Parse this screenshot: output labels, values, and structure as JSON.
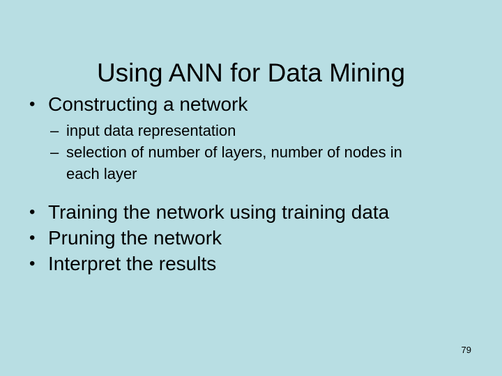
{
  "slide": {
    "title": "Using ANN for Data Mining",
    "background_color": "#b8dee3",
    "text_color": "#000000",
    "page_number": "79",
    "bullet_marker": "•",
    "sub_bullet_marker": "–",
    "bullets": [
      {
        "text": "Constructing a network",
        "sub_bullets": [
          {
            "text": "input data representation"
          },
          {
            "text": "selection of number of layers, number of nodes in each layer"
          }
        ]
      },
      {
        "text": "Training the network using training data",
        "sub_bullets": []
      },
      {
        "text": "Pruning the network",
        "sub_bullets": []
      },
      {
        "text": "Interpret the results",
        "sub_bullets": []
      }
    ]
  }
}
